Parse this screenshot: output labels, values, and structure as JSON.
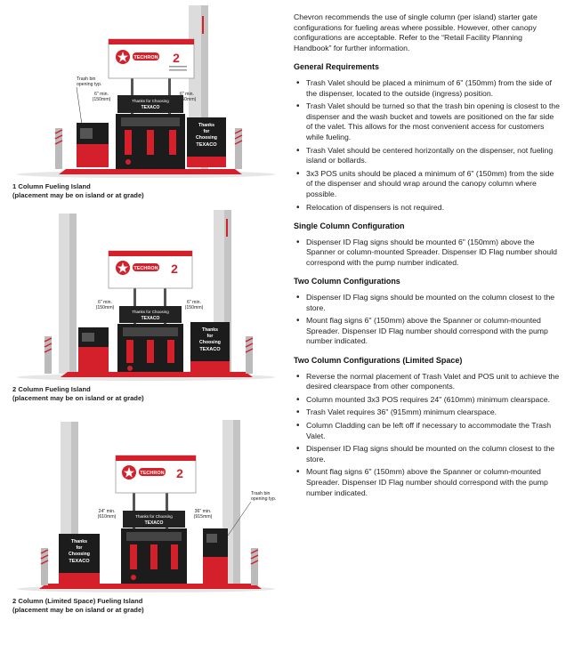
{
  "figures": [
    {
      "caption_line1": "1 Column Fueling Island",
      "caption_line2": "(placement may be on island or at grade)",
      "sign_brand": "TECHRON",
      "sign_number": "2",
      "valet_text": [
        "Thanks",
        "for",
        "Choosing",
        "TEXACO"
      ],
      "dispenser_banner": [
        "Thanks for Choosing",
        "TEXACO"
      ],
      "label_trash": [
        "Trash bin",
        "opening typ."
      ],
      "label_left": [
        "6\" min.",
        "(150mm)"
      ],
      "label_right": [
        "6\" min.",
        "(150mm)"
      ]
    },
    {
      "caption_line1": "2 Column Fueling Island",
      "caption_line2": "(placement may be on island or at grade)",
      "sign_brand": "TECHRON",
      "sign_number": "2",
      "valet_text": [
        "Thanks",
        "for",
        "Choosing",
        "TEXACO"
      ],
      "dispenser_banner": [
        "Thanks for Choosing",
        "TEXACO"
      ],
      "label_left": [
        "6\" min.",
        "(150mm)"
      ],
      "label_right": [
        "6\" min.",
        "(150mm)"
      ]
    },
    {
      "caption_line1": "2 Column (Limited Space) Fueling Island",
      "caption_line2": "(placement may be on island or at grade)",
      "sign_brand": "TECHRON",
      "sign_number": "2",
      "valet_text": [
        "Thanks",
        "for",
        "Choosing",
        "TEXACO"
      ],
      "dispenser_banner": [
        "Thanks for Choosing",
        "TEXACO"
      ],
      "label_trash": [
        "Trash bin",
        "opening typ."
      ],
      "label_left": [
        "24\" min.",
        "(610mm)"
      ],
      "label_right": [
        "36\" min.",
        "(915mm)"
      ]
    }
  ],
  "intro": "Chevron recommends the use of single column (per island) starter gate configurations for fueling areas where possible. However, other canopy configurations are acceptable. Refer to the “Retail Facility Planning Handbook” for further information.",
  "sections": [
    {
      "heading": "General Requirements",
      "items": [
        "Trash Valet should be placed a minimum of 6\" (150mm) from the side of the dispenser, located to the outside (ingress) position.",
        "Trash Valet should be turned so that the trash bin opening is closest to the dispenser and the wash bucket and towels are positioned on the far side of the valet. This allows for the most convenient access for customers while fueling.",
        "Trash Valet should be centered horizontally on the dispenser, not fueling island or bollards.",
        "3x3 POS units should be placed a minimum of 6\" (150mm) from the side of the dispenser and should wrap around the canopy column where possible.",
        "Relocation of dispensers is not required."
      ]
    },
    {
      "heading": "Single Column Configuration",
      "items": [
        "Dispenser ID Flag signs should be mounted 6\" (150mm) above the Spanner or column-mounted Spreader. Dispenser ID Flag number should correspond with the pump number indicated."
      ]
    },
    {
      "heading": "Two Column Configurations",
      "items": [
        "Dispenser ID Flag signs should be mounted on the column closest to the store.",
        "Mount flag signs 6\" (150mm) above the Spanner or column-mounted Spreader. Dispenser ID Flag number should correspond with the pump number indicated."
      ]
    },
    {
      "heading": "Two Column Configurations (Limited Space)",
      "items": [
        "Reverse the normal placement of Trash Valet and POS unit to achieve the desired clearspace from other components.",
        "Column mounted 3x3 POS requires 24\" (610mm) minimum clearspace.",
        "Trash Valet requires 36\" (915mm) minimum clearspace.",
        "Column Cladding can be left off if necessary to accommodate the Trash Valet.",
        "Dispenser ID Flag signs should be mounted on the column closest to the store.",
        "Mount flag signs 6\" (150mm) above the Spanner or column-mounted Spreader. Dispenser ID Flag number should correspond with the pump number indicated."
      ]
    }
  ],
  "colors": {
    "red": "#d4202a",
    "dark": "#1c1c1c",
    "gray": "#bdbdbd",
    "column": "#d9d9d9"
  }
}
